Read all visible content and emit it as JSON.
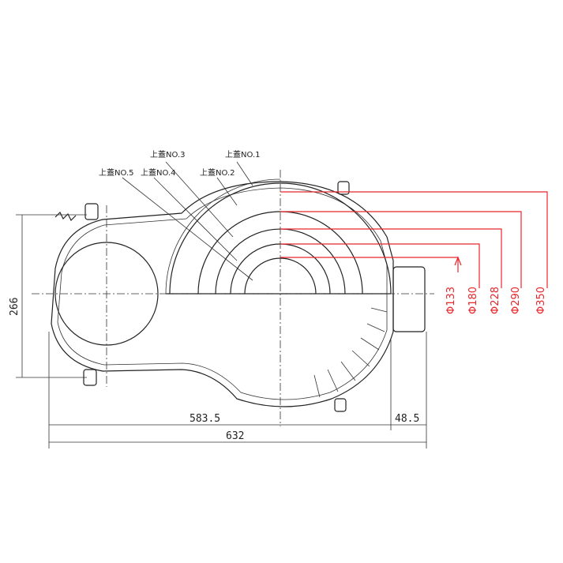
{
  "labels": {
    "cover1": "上蓋NO.1",
    "cover2": "上蓋NO.2",
    "cover3": "上蓋NO.3",
    "cover4": "上蓋NO.4",
    "cover5": "上蓋NO.5"
  },
  "dimensions": {
    "height": "266",
    "length_inner": "583.5",
    "length_total": "632",
    "offset": "48.5"
  },
  "diameters": [
    "Φ133",
    "Φ180",
    "Φ228",
    "Φ290",
    "Φ350"
  ],
  "colors": {
    "line": "#222222",
    "dimension_red": "#e8262a"
  }
}
